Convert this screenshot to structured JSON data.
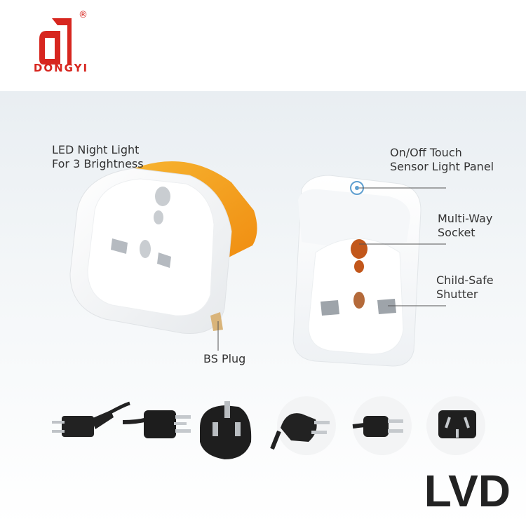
{
  "brand": {
    "name": "DONGYI",
    "registered_mark": "®",
    "color": "#d7261f"
  },
  "callouts": {
    "led": {
      "line1": "LED Night Light",
      "line2": "For 3 Brightness"
    },
    "touch": {
      "line1": "On/Off Touch",
      "line2": "Sensor Light Panel"
    },
    "socket": {
      "line1": "Multi-Way",
      "line2": "Socket"
    },
    "shutter": {
      "line1": "Child-Safe",
      "line2": "Shutter"
    },
    "plug": {
      "label": "BS Plug"
    }
  },
  "badge": {
    "text": "LVD"
  },
  "colors": {
    "accent_amber": "#f2a51c",
    "body_white": "#ffffff",
    "shutter_orange": "#c2571b"
  }
}
